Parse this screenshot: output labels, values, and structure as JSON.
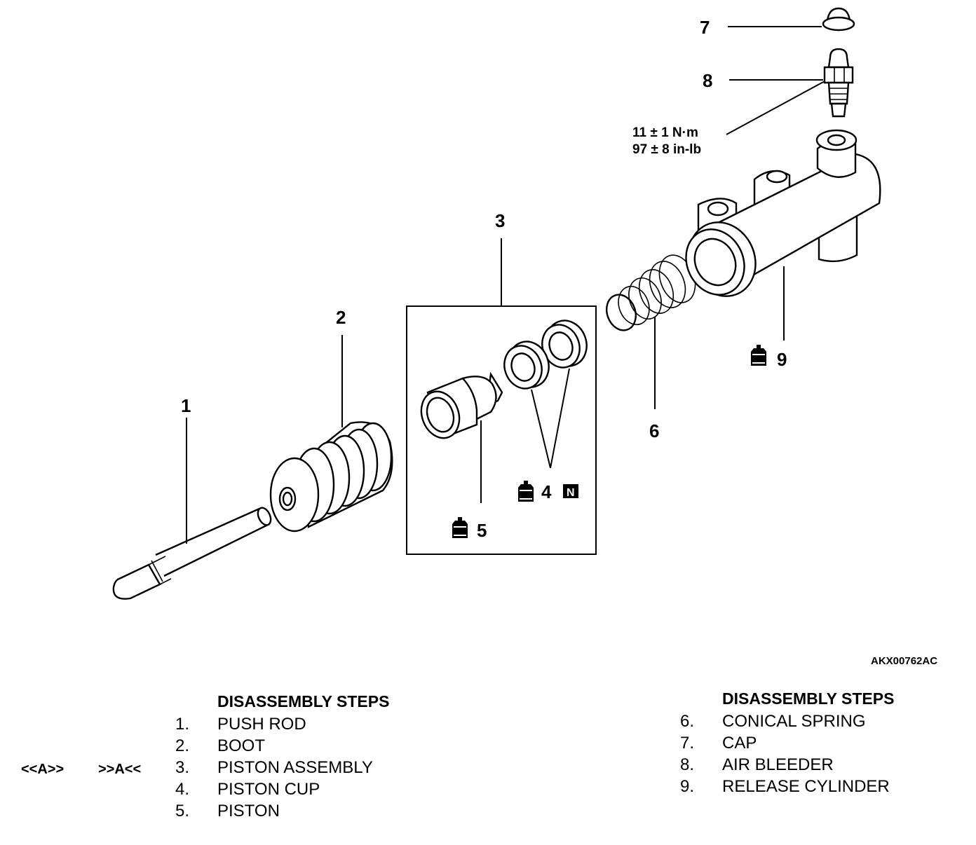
{
  "figure_id": "AKX00762AC",
  "callouts": {
    "c1": "1",
    "c2": "2",
    "c3": "3",
    "c4": "4",
    "c5": "5",
    "c6": "6",
    "c7": "7",
    "c8": "8",
    "c9": "9",
    "new_part_badge": "N"
  },
  "torque": {
    "metric": "11 ± 1 N·m",
    "imperial": "97 ± 8 in-lb"
  },
  "steps_left": {
    "heading": "DISASSEMBLY STEPS",
    "items": [
      {
        "num": "1.",
        "label": "PUSH ROD"
      },
      {
        "num": "2.",
        "label": "BOOT"
      },
      {
        "num": "3.",
        "label": "PISTON ASSEMBLY",
        "tag_removal": "<<A>>",
        "tag_install": ">>A<<"
      },
      {
        "num": "4.",
        "label": "PISTON CUP"
      },
      {
        "num": "5.",
        "label": "PISTON"
      }
    ]
  },
  "steps_right": {
    "heading": "DISASSEMBLY STEPS",
    "items": [
      {
        "num": "6.",
        "label": "CONICAL SPRING"
      },
      {
        "num": "7.",
        "label": "CAP"
      },
      {
        "num": "8.",
        "label": "AIR BLEEDER"
      },
      {
        "num": "9.",
        "label": "RELEASE CYLINDER"
      }
    ]
  },
  "icons": [
    "grease-icon"
  ]
}
